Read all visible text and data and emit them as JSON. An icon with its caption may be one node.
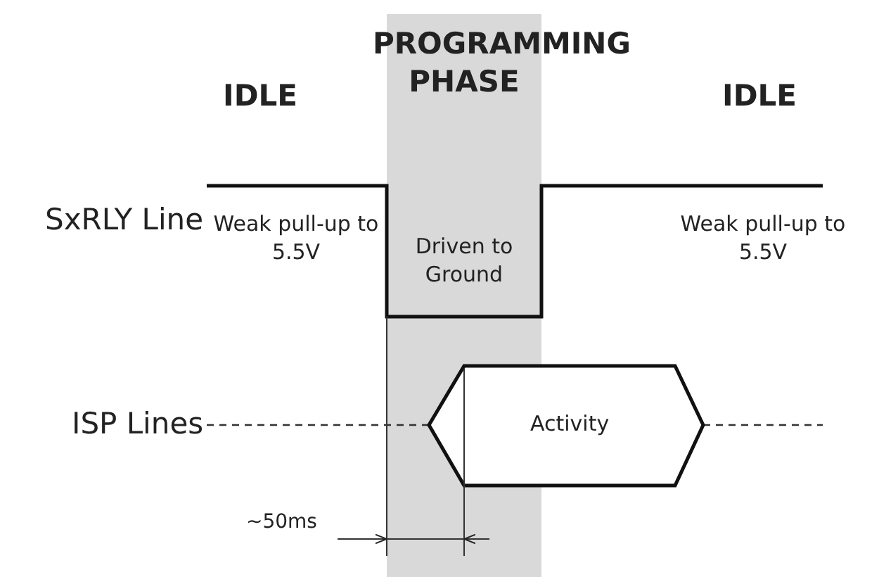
{
  "diagram": {
    "labels": [
      "IDLE",
      "PROGRAMMING PHASE",
      "IDLE",
      "SxRLY Line",
      "Weak pull-up to 5.5V",
      "Driven to Ground",
      "Weak pull-up to 5.5V",
      "ISP Lines",
      "Activity",
      "~50ms"
    ]
  }
}
